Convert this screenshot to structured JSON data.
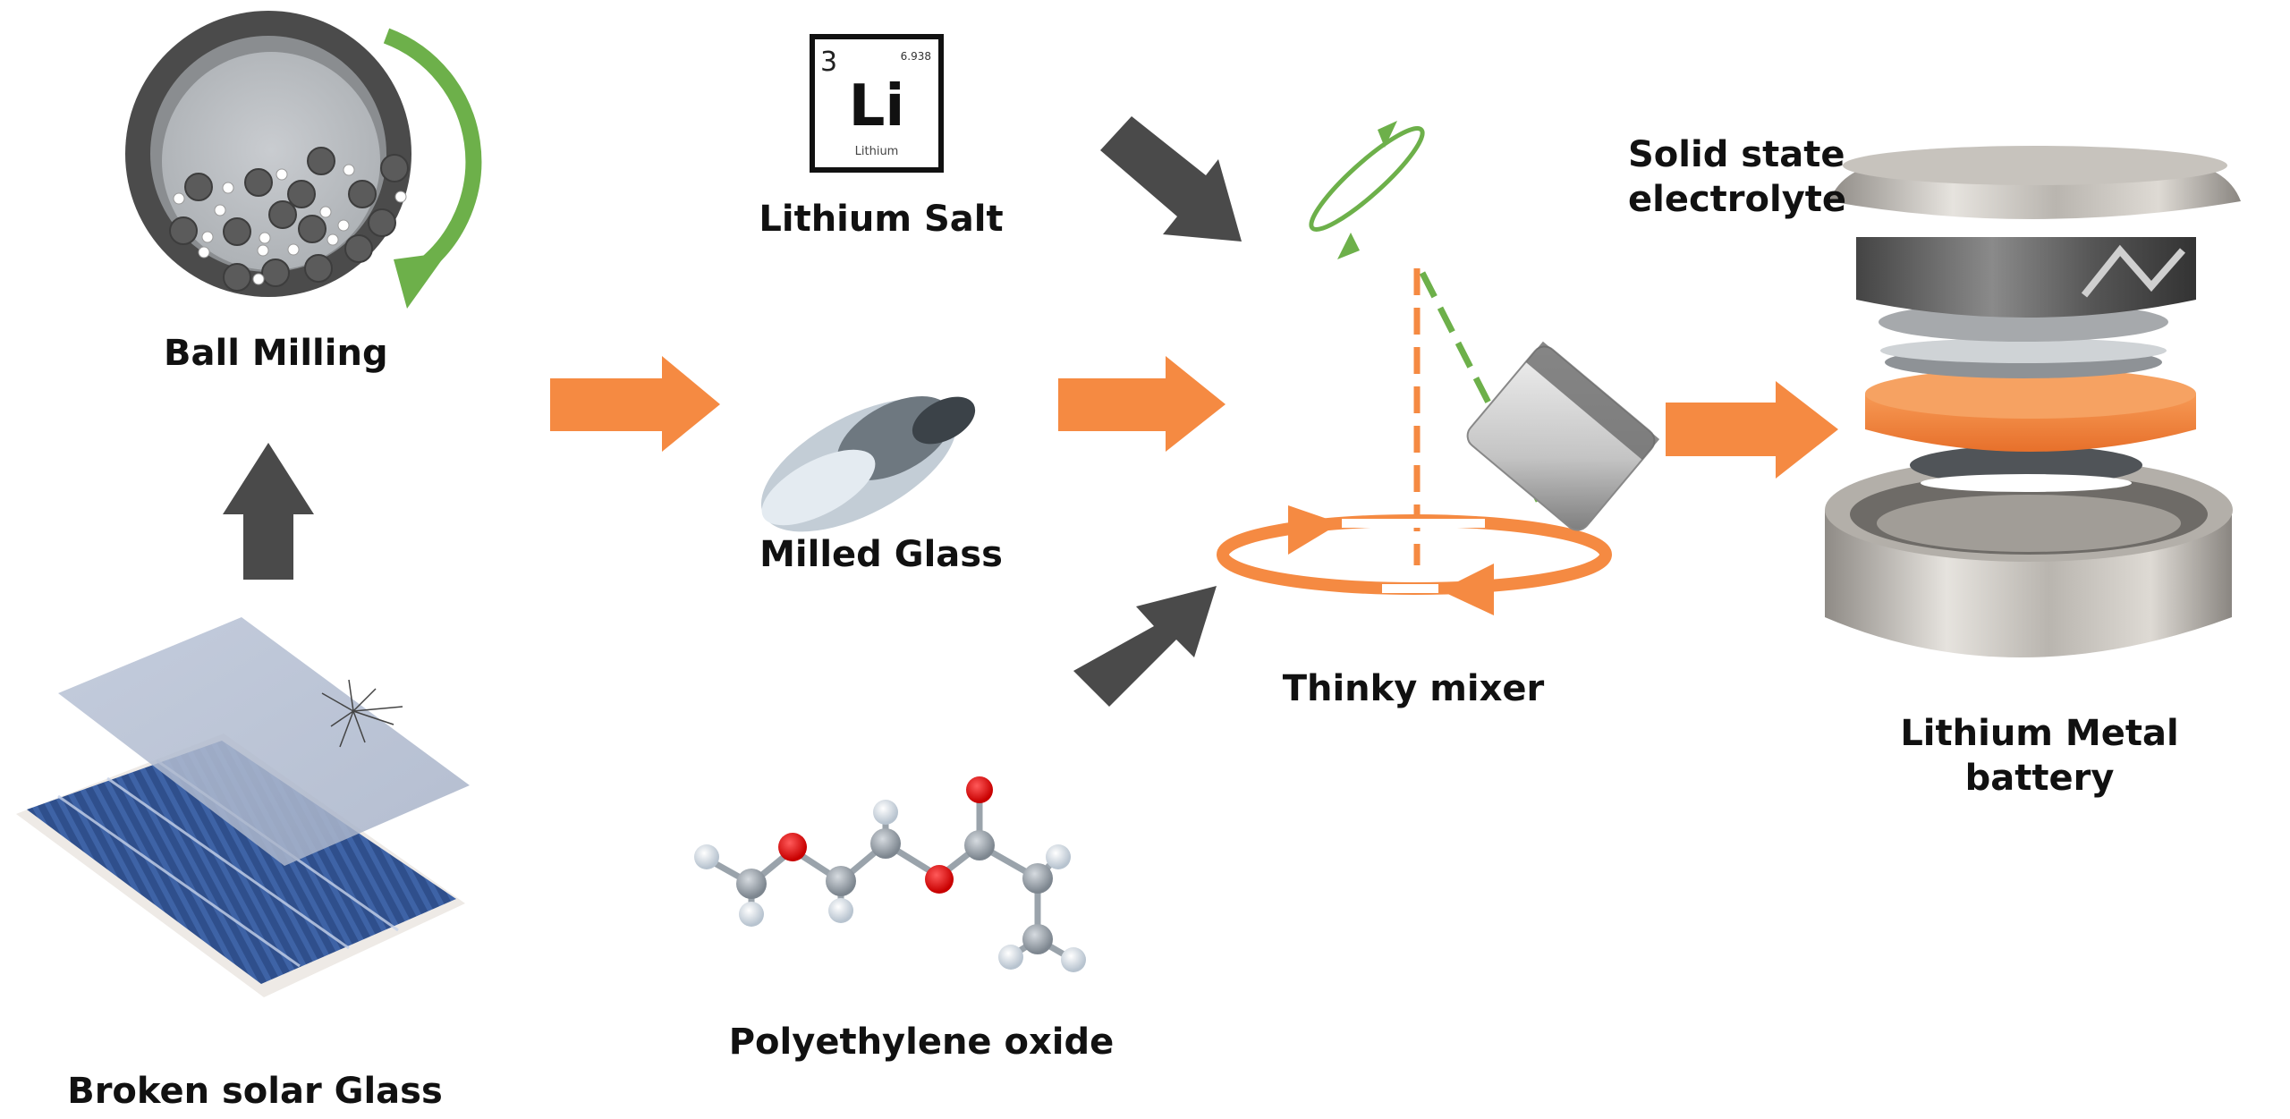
{
  "figure": {
    "title": "Solid state electrolyte from broken solar glass — process schematic",
    "colors": {
      "orange_arrow": "#F58A42",
      "dark_arrow": "#4A4A4A",
      "green_rotation": "#6DB04A",
      "text": "#111111"
    }
  },
  "steps": {
    "broken_glass": {
      "label": "Broken solar Glass"
    },
    "ball_milling": {
      "label": "Ball Milling"
    },
    "milled_glass": {
      "label": "Milled Glass"
    },
    "lithium_salt": {
      "label": "Lithium Salt",
      "element_card": {
        "atomic_number": "3",
        "atomic_mass": "6.938",
        "symbol": "Li",
        "name": "Lithium"
      }
    },
    "peo": {
      "label": "Polyethylene oxide"
    },
    "mixer": {
      "label": "Thinky mixer"
    },
    "electrolyte": {
      "label_line1": "Solid state",
      "label_line2": "electrolyte"
    },
    "battery": {
      "label_line1": "Lithium Metal",
      "label_line2": "battery"
    }
  }
}
